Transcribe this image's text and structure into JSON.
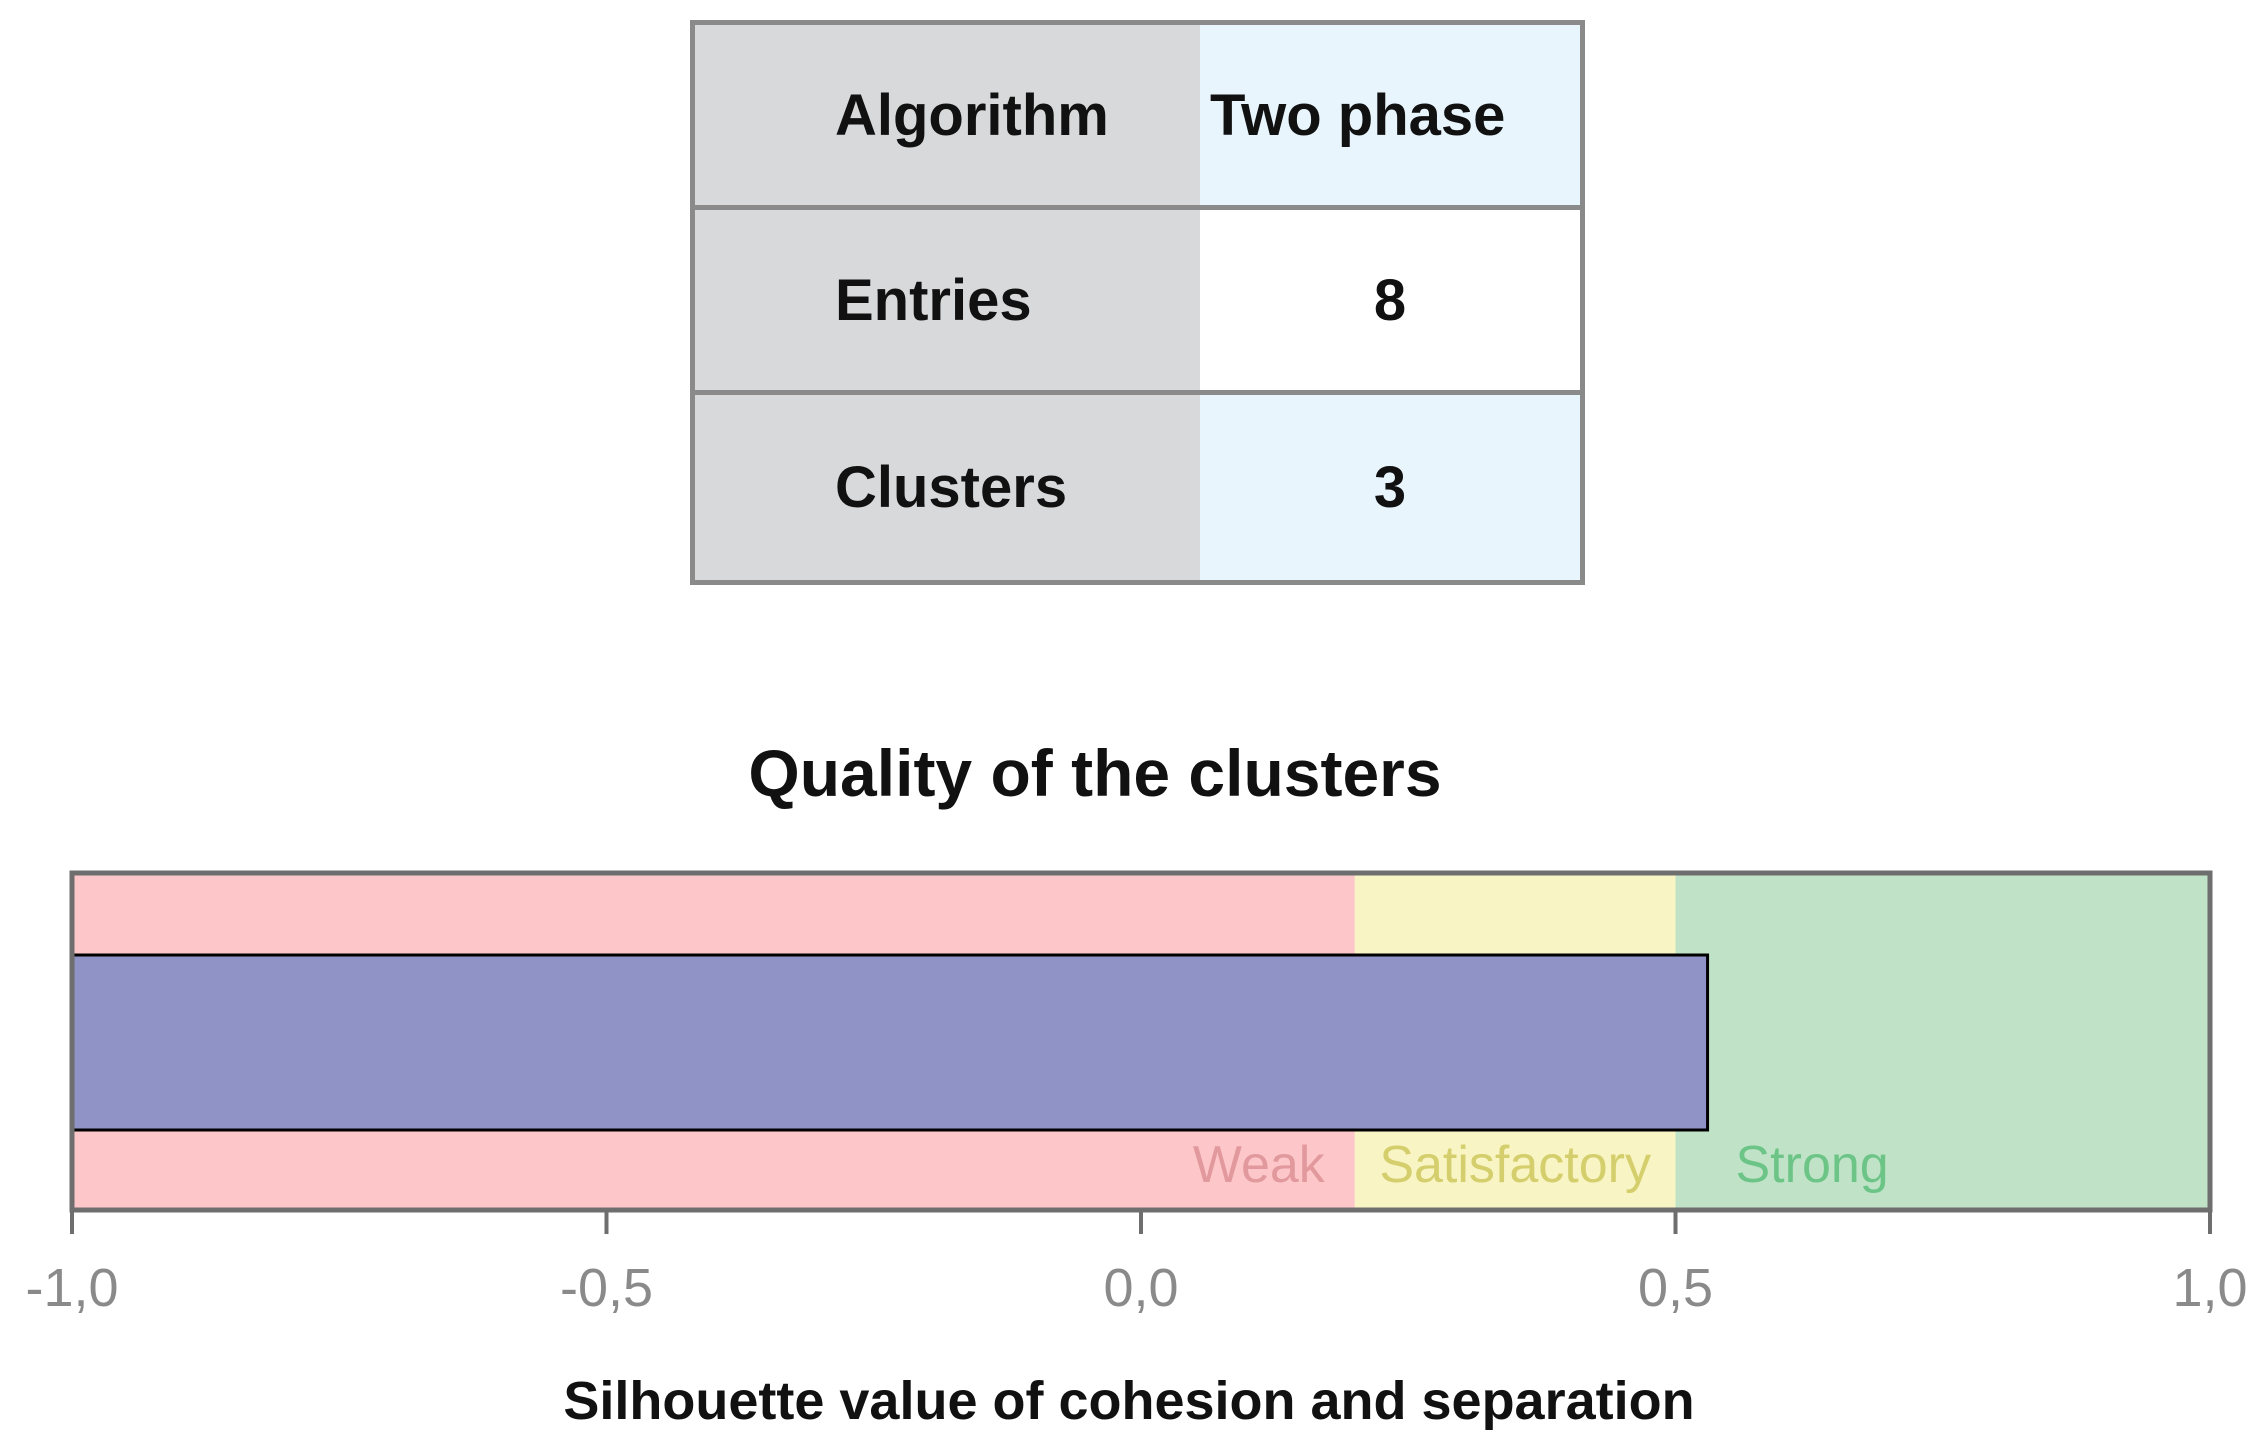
{
  "table": {
    "rows": [
      {
        "label": "Algorithm",
        "value": "Two phase"
      },
      {
        "label": "Entries",
        "value": "8"
      },
      {
        "label": "Clusters",
        "value": "3"
      }
    ]
  },
  "chart_data": {
    "type": "bar",
    "title": "Quality of the clusters",
    "xlabel": "Silhouette value of cohesion and separation",
    "ylabel": "",
    "xlim": [
      -1.0,
      1.0
    ],
    "ticks": [
      {
        "value": -1.0,
        "label": "-1,0"
      },
      {
        "value": -0.5,
        "label": "-0,5"
      },
      {
        "value": 0.0,
        "label": "0,0"
      },
      {
        "value": 0.5,
        "label": "0,5"
      },
      {
        "value": 1.0,
        "label": "1,0"
      }
    ],
    "bands": [
      {
        "name": "Weak",
        "from": -1.0,
        "to": 0.2,
        "fill": "#fdc7c9",
        "text_color": "#e2999d"
      },
      {
        "name": "Satisfactory",
        "from": 0.2,
        "to": 0.5,
        "fill": "#f8f4c4",
        "text_color": "#d4cf6c"
      },
      {
        "name": "Strong",
        "from": 0.5,
        "to": 1.0,
        "fill": "#c0e3c8",
        "text_color": "#6cc487"
      }
    ],
    "bar": {
      "from": -1.0,
      "value": 0.53,
      "fill": "#8f93c6"
    },
    "grid": false
  }
}
